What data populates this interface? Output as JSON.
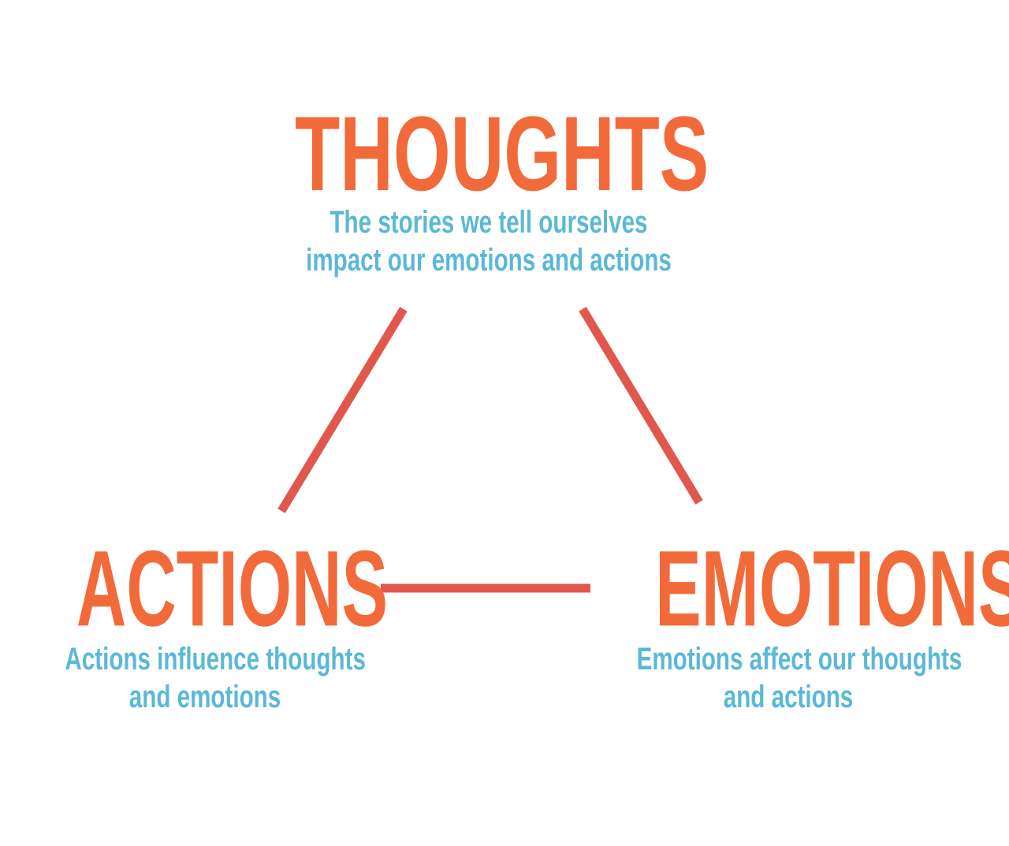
{
  "diagram": {
    "nodes": {
      "thoughts": {
        "title": "THOUGHTS",
        "description_lines": [
          "The stories we tell ourselves",
          "impact our emotions and actions"
        ]
      },
      "actions": {
        "title": "ACTIONS",
        "description_lines": [
          "Actions influence thoughts",
          "and emotions"
        ]
      },
      "emotions": {
        "title": "EMOTIONS",
        "description_lines": [
          "Emotions affect our thoughts",
          "and actions"
        ]
      }
    },
    "edges": [
      {
        "from": "thoughts",
        "to": "actions"
      },
      {
        "from": "thoughts",
        "to": "emotions"
      },
      {
        "from": "actions",
        "to": "emotions"
      }
    ],
    "colors": {
      "title": "#f26a3a",
      "description": "#5bb8d6",
      "connector": "#e2574c",
      "background": "#ffffff"
    }
  }
}
